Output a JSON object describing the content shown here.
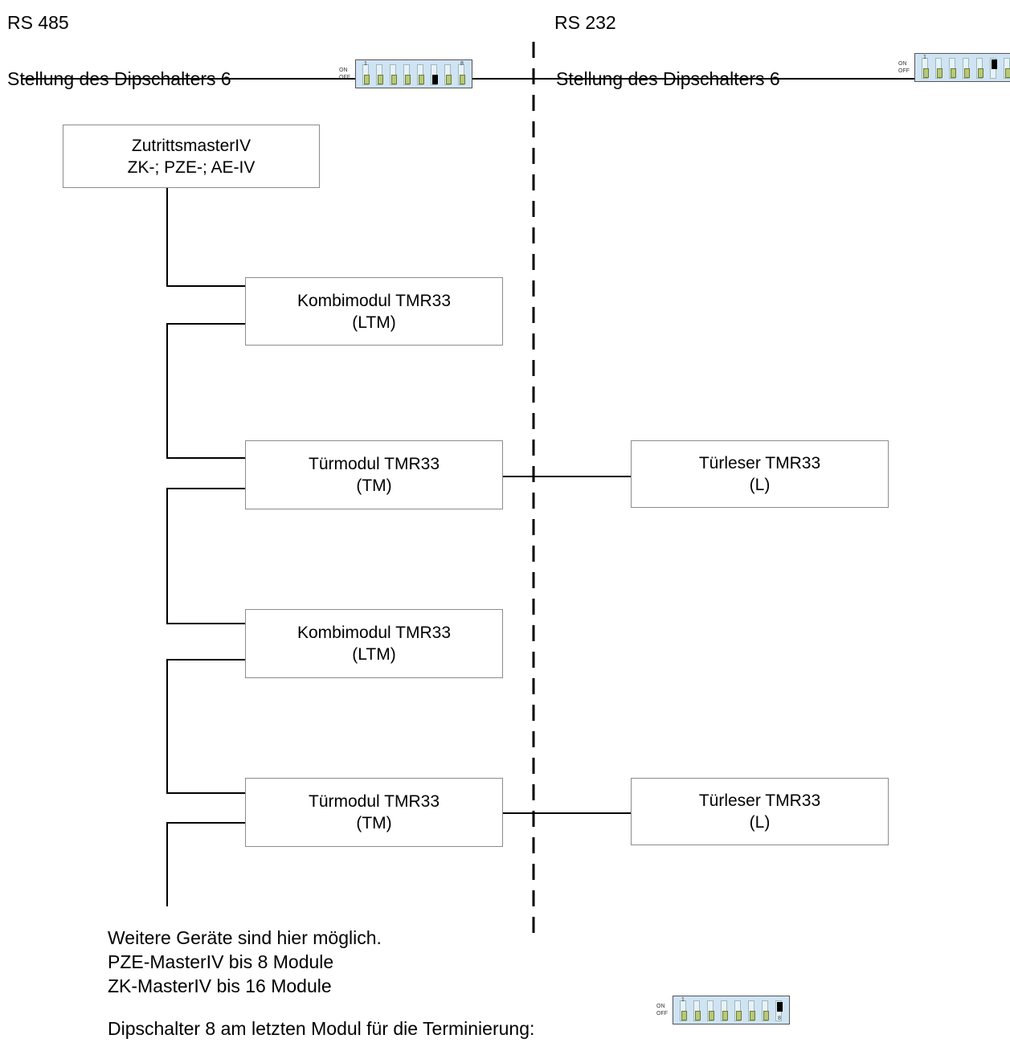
{
  "header": {
    "left_title": "RS 485",
    "right_title": "RS 232",
    "left_dip_label": "Stellung des Dipschalters 6",
    "right_dip_label": "Stellung des Dipschalters 6"
  },
  "dip_switch": {
    "on_label": "ON",
    "off_label": "OFF",
    "first_number": "1",
    "last_number": "8"
  },
  "nodes": {
    "master": {
      "line1": "ZutrittsmasterIV",
      "line2": "ZK-; PZE-; AE-IV"
    },
    "kombimodul_1": {
      "line1": "Kombimodul TMR33",
      "line2": "(LTM)"
    },
    "tuermodul_1": {
      "line1": "Türmodul TMR33",
      "line2": "(TM)"
    },
    "tuerleser_1": {
      "line1": "Türleser TMR33",
      "line2": "(L)"
    },
    "kombimodul_2": {
      "line1": "Kombimodul TMR33",
      "line2": "(LTM)"
    },
    "tuermodul_2": {
      "line1": "Türmodul TMR33",
      "line2": "(TM)"
    },
    "tuerleser_2": {
      "line1": "Türleser TMR33",
      "line2": "(L)"
    }
  },
  "footer": {
    "note_line1": "Weitere Geräte sind hier möglich.",
    "note_line2": "PZE-MasterIV bis 8 Module",
    "note_line3": "ZK-MasterIV bis 16 Module",
    "termination_label": "Dipschalter 8 am letzten Modul für die Terminierung:"
  },
  "dip_states": {
    "rs485_switch6": "on",
    "rs232_switch6": "off",
    "termination_switch8": "off"
  }
}
